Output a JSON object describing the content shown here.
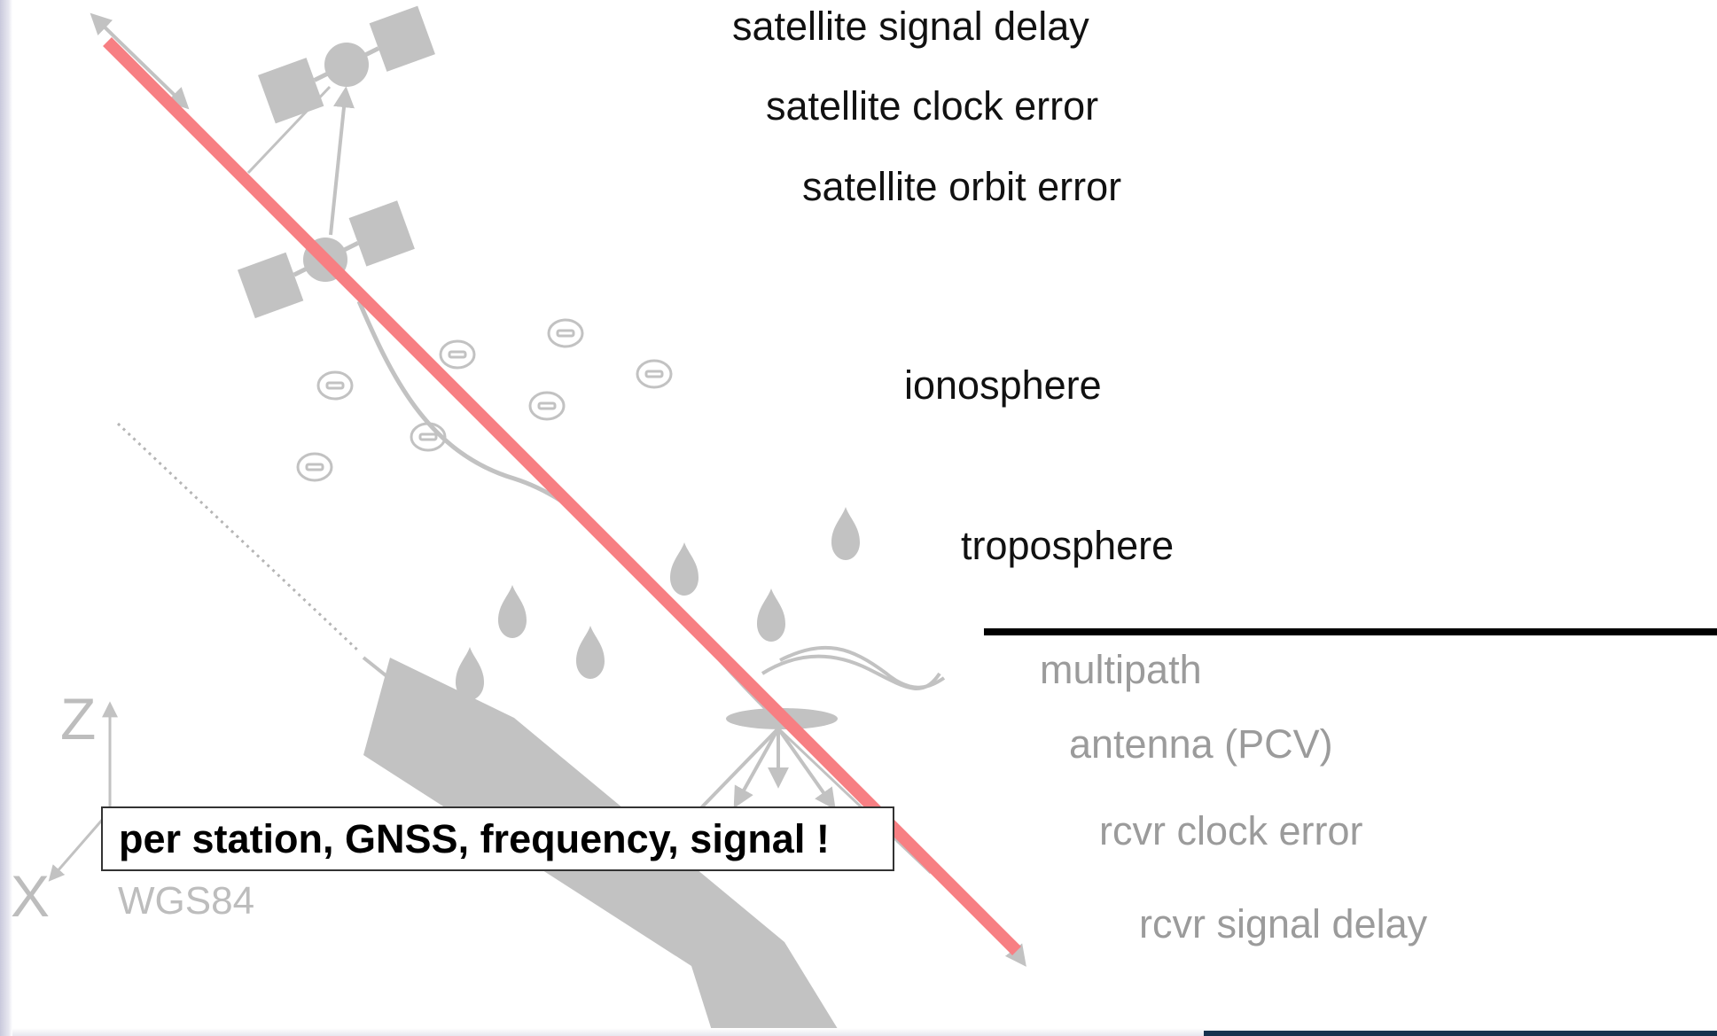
{
  "effects_above": {
    "satellite_signal_delay": "satellite signal delay",
    "satellite_clock_error": "satellite clock error",
    "satellite_orbit_error": "satellite orbit error",
    "ionosphere": "ionosphere",
    "troposphere": "troposphere"
  },
  "effects_below": {
    "multipath": "multipath",
    "antenna": "antenna (PCV)",
    "rcvr_clock_error": "rcvr clock error",
    "rcvr_signal_delay": "rcvr signal delay"
  },
  "axes": {
    "z": "Z",
    "x": "X",
    "frame": "WGS84"
  },
  "callout": "per station, GNSS, frequency, signal !",
  "colors": {
    "signal_line": "#f77f83",
    "diagram_grey": "#c2c2c2",
    "separator": "#000000",
    "dark_text": "#111111",
    "grey_text": "#9b9b9b",
    "bottom_bar": "#16324e"
  },
  "icons": [
    "satellite-icon",
    "electron-icon",
    "water-droplet-icon",
    "antenna-icon",
    "ground-surface-icon"
  ]
}
